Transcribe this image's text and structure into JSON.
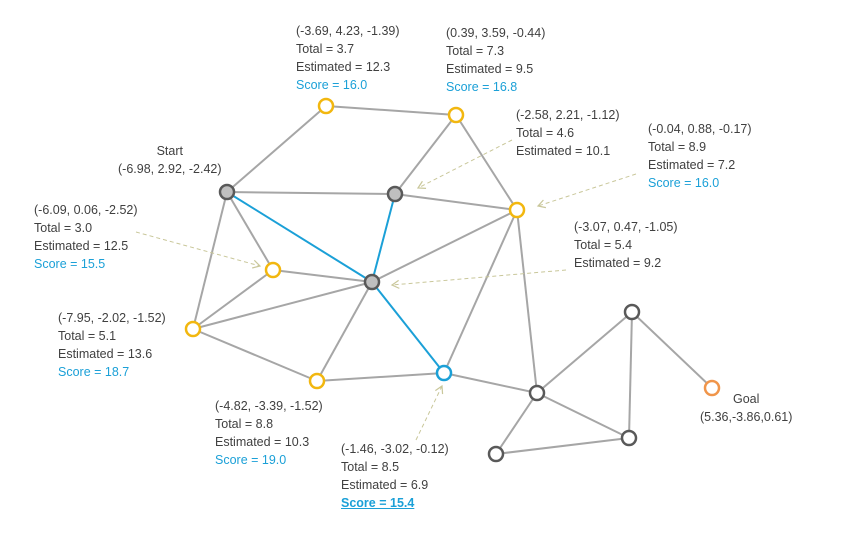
{
  "colors": {
    "edge_gray": "#a6a6a6",
    "path_blue": "#1ba0d7",
    "node_yellow": "#f2b70f",
    "node_dark": "#595959",
    "node_fill_gray": "#bfbfbf",
    "node_orange": "#f0954a",
    "score_blue": "#1ba0d7",
    "text": "#404040",
    "arrow": "#c9c79a"
  },
  "nodes": [
    {
      "id": "start",
      "type": "visited"
    },
    {
      "id": "n1",
      "type": "frontier"
    },
    {
      "id": "n2",
      "type": "frontier"
    },
    {
      "id": "n3",
      "type": "visited"
    },
    {
      "id": "n4",
      "type": "frontier"
    },
    {
      "id": "n5",
      "type": "frontier"
    },
    {
      "id": "n6",
      "type": "visited"
    },
    {
      "id": "n7",
      "type": "frontier"
    },
    {
      "id": "n8",
      "type": "frontier"
    },
    {
      "id": "n9",
      "type": "current"
    },
    {
      "id": "n10",
      "type": "unvisited"
    },
    {
      "id": "n11",
      "type": "unvisited"
    },
    {
      "id": "n12",
      "type": "unvisited"
    },
    {
      "id": "n13",
      "type": "unvisited"
    },
    {
      "id": "goal",
      "type": "goal"
    }
  ],
  "edges": [
    {
      "from": "start",
      "to": "n1",
      "path": false
    },
    {
      "from": "n1",
      "to": "n2",
      "path": false
    },
    {
      "from": "n2",
      "to": "n4",
      "path": false
    },
    {
      "from": "start",
      "to": "n3",
      "path": false
    },
    {
      "from": "n3",
      "to": "n4",
      "path": false
    },
    {
      "from": "n2",
      "to": "n3",
      "path": false
    },
    {
      "from": "start",
      "to": "n5",
      "path": false
    },
    {
      "from": "start",
      "to": "n7",
      "path": false
    },
    {
      "from": "start",
      "to": "n6",
      "path": true
    },
    {
      "from": "n3",
      "to": "n6",
      "path": true
    },
    {
      "from": "n6",
      "to": "n9",
      "path": true
    },
    {
      "from": "n5",
      "to": "n6",
      "path": false
    },
    {
      "from": "n5",
      "to": "n7",
      "path": false
    },
    {
      "from": "n7",
      "to": "n6",
      "path": false
    },
    {
      "from": "n6",
      "to": "n4",
      "path": false
    },
    {
      "from": "n6",
      "to": "n8",
      "path": false
    },
    {
      "from": "n7",
      "to": "n8",
      "path": false
    },
    {
      "from": "n8",
      "to": "n9",
      "path": false
    },
    {
      "from": "n4",
      "to": "n9",
      "path": false
    },
    {
      "from": "n4",
      "to": "n10",
      "path": false
    },
    {
      "from": "n9",
      "to": "n10",
      "path": false
    },
    {
      "from": "n10",
      "to": "n11",
      "path": false
    },
    {
      "from": "n10",
      "to": "n12",
      "path": false
    },
    {
      "from": "n10",
      "to": "n13",
      "path": false
    },
    {
      "from": "n11",
      "to": "n12",
      "path": false
    },
    {
      "from": "n12",
      "to": "n13",
      "path": false
    },
    {
      "from": "n11",
      "to": "goal",
      "path": false
    }
  ],
  "labels": {
    "start": {
      "title": "Start",
      "coords": "(-6.98, 2.92, -2.42)"
    },
    "n1": {
      "coords": "(-3.69, 4.23, -1.39)",
      "total": "Total = 3.7",
      "estimated": "Estimated = 12.3",
      "score": "Score = 16.0"
    },
    "n2": {
      "coords": "(0.39, 3.59, -0.44)",
      "total": "Total = 7.3",
      "estimated": "Estimated = 9.5",
      "score": "Score = 16.8"
    },
    "n3": {
      "coords": "(-2.58, 2.21, -1.12)",
      "total": "Total = 4.6",
      "estimated": "Estimated = 10.1"
    },
    "n4": {
      "coords": "(-0.04, 0.88, -0.17)",
      "total": "Total = 8.9",
      "estimated": "Estimated = 7.2",
      "score": "Score = 16.0"
    },
    "n5": {
      "coords": "(-6.09, 0.06, -2.52)",
      "total": "Total = 3.0",
      "estimated": "Estimated = 12.5",
      "score": "Score = 15.5"
    },
    "n6": {
      "coords": "(-3.07, 0.47, -1.05)",
      "total": "Total = 5.4",
      "estimated": "Estimated = 9.2"
    },
    "n7": {
      "coords": "(-7.95, -2.02, -1.52)",
      "total": "Total = 5.1",
      "estimated": "Estimated = 13.6",
      "score": "Score = 18.7"
    },
    "n8": {
      "coords": "(-4.82, -3.39, -1.52)",
      "total": "Total = 8.8",
      "estimated": "Estimated = 10.3",
      "score": "Score = 19.0"
    },
    "n9": {
      "coords": "(-1.46, -3.02, -0.12)",
      "total": "Total = 8.5",
      "estimated": "Estimated = 6.9",
      "score": "Score = 15.4"
    },
    "goal": {
      "title": "Goal",
      "coords": "(5.36,-3.86,0.61)"
    }
  }
}
